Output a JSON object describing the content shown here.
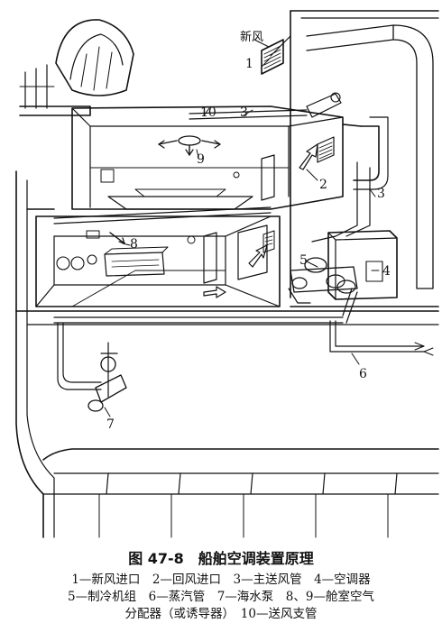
{
  "labels": {
    "fresh_air": "新风",
    "n1": "1",
    "n2": "2",
    "n3": "3",
    "n4": "4",
    "n5": "5",
    "n6": "6",
    "n7": "7",
    "n8": "8",
    "n9": "9",
    "n10": "10"
  },
  "caption": {
    "title": "图 47-8　船舶空调装置原理",
    "line1": "1—新风进口　2—回风进口　3—主送风管　4—空调器",
    "line2": "5—制冷机组　6—蒸汽管　7—海水泵　8、9—舱室空气",
    "line3": "分配器（或诱导器）　10—送风支管"
  }
}
